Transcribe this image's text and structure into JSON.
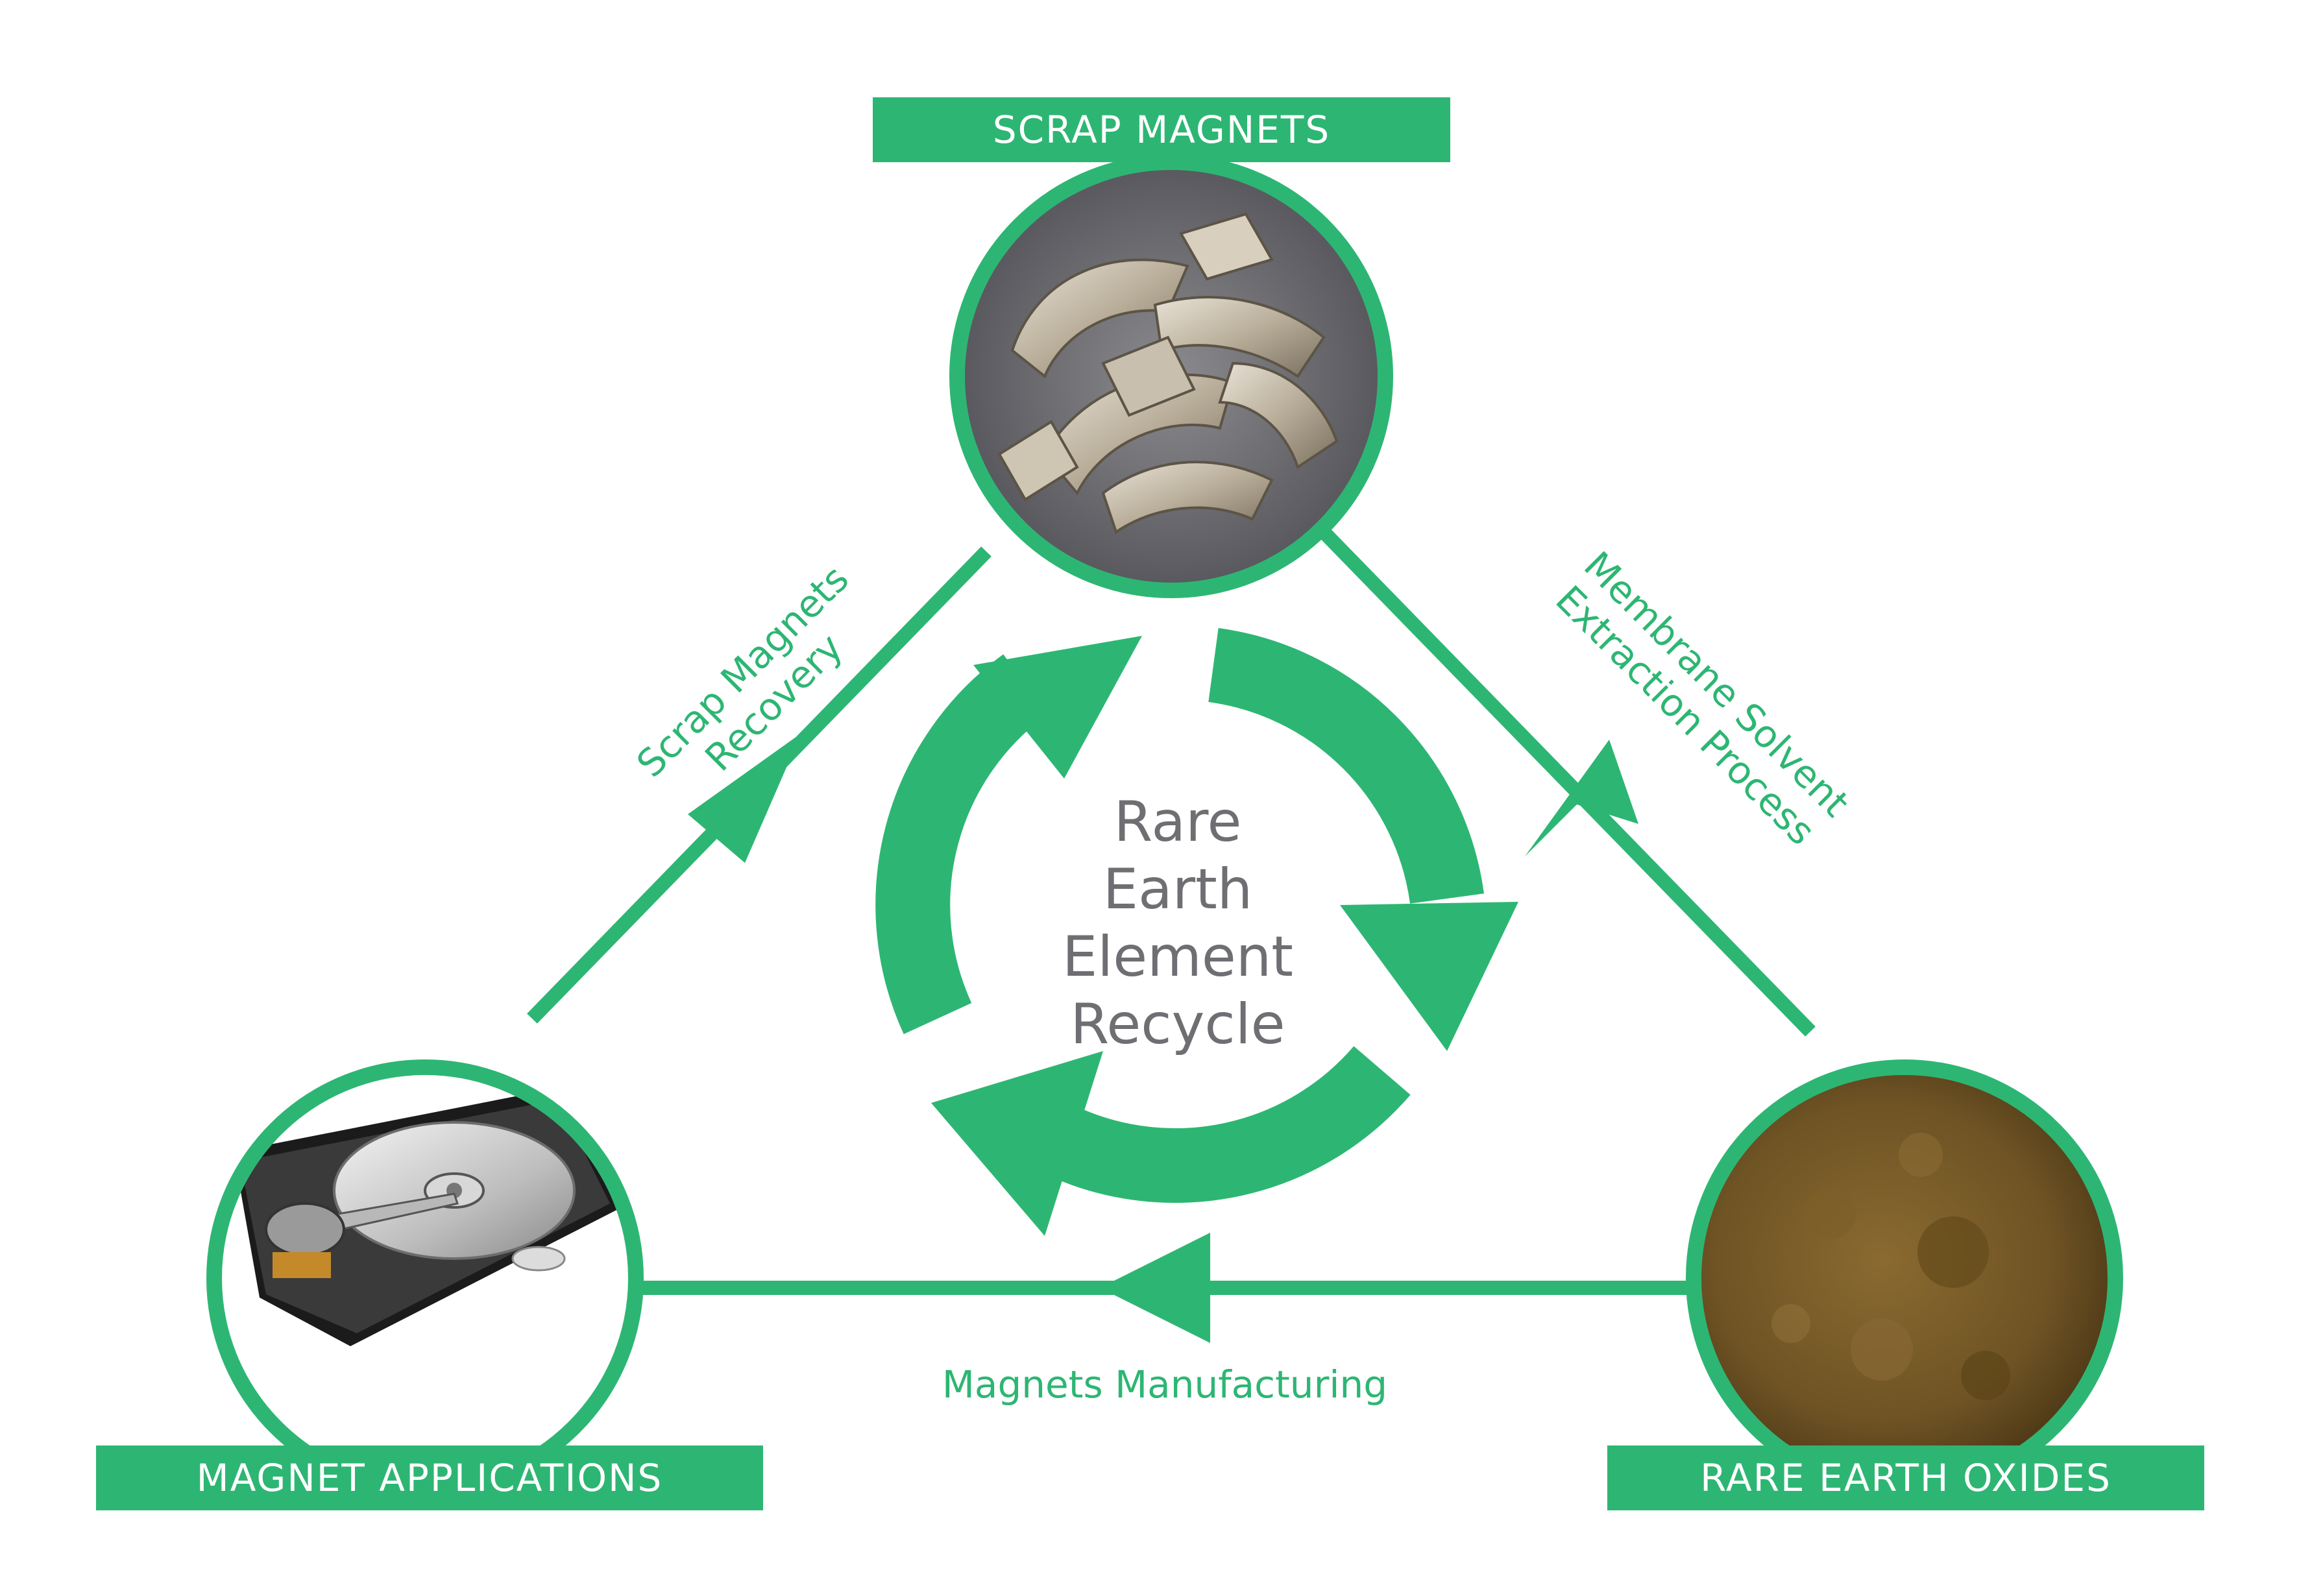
{
  "colors": {
    "accent": "#2db673",
    "text_center": "#6f6f73",
    "background": "#ffffff"
  },
  "nodes": {
    "scrap_magnets": {
      "label": "SCRAP MAGNETS",
      "image": "scrap-magnets-photo"
    },
    "magnet_applications": {
      "label": "MAGNET APPLICATIONS",
      "image": "hard-drive-photo"
    },
    "rare_earth_oxides": {
      "label": "RARE EARTH OXIDES",
      "image": "oxide-powder-photo"
    }
  },
  "edges": {
    "recovery": {
      "line1": "Scrap Magnets",
      "line2": "Recovery"
    },
    "extraction": {
      "line1": "Membrane Solvent",
      "line2": "Extraction Process"
    },
    "manufacturing": {
      "line1": "Magnets Manufacturing"
    }
  },
  "center": {
    "line1": "Rare",
    "line2": "Earth",
    "line3": "Element",
    "line4": "Recycle"
  }
}
